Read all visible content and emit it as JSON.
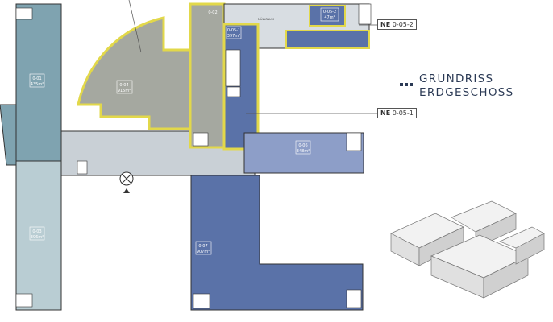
{
  "title": {
    "line1": "GRUNDRISS",
    "line2": "ERDGESCHOSS"
  },
  "callouts": [
    {
      "prefix": "NE",
      "code": "0-05-2"
    },
    {
      "prefix": "NE",
      "code": "0-05-1"
    }
  ],
  "rooms": [
    {
      "id": "0-01",
      "area": "435m²",
      "color": "#7fa3b0"
    },
    {
      "id": "0-02",
      "area": "",
      "color": "#a5a8a0"
    },
    {
      "id": "0-03",
      "area": "396m²",
      "color": "#b9cdd3"
    },
    {
      "id": "0-04",
      "area": "915m²",
      "color": "#a5a8a0"
    },
    {
      "id": "0-05-1",
      "area": "397m²",
      "color": "#5a72a8"
    },
    {
      "id": "0-05-2",
      "area": "47m²",
      "color": "#5a72a8"
    },
    {
      "id": "0-06",
      "area": "348m²",
      "color": "#8d9ec8"
    },
    {
      "id": "0-07",
      "area": "907m²",
      "color": "#5a72a8"
    }
  ],
  "labels": {
    "muellraum": "MÜLLRAUM"
  },
  "colors": {
    "highlight": "#e2d84a",
    "corridor": "#c9d0d6",
    "text": "#2b3a55"
  }
}
